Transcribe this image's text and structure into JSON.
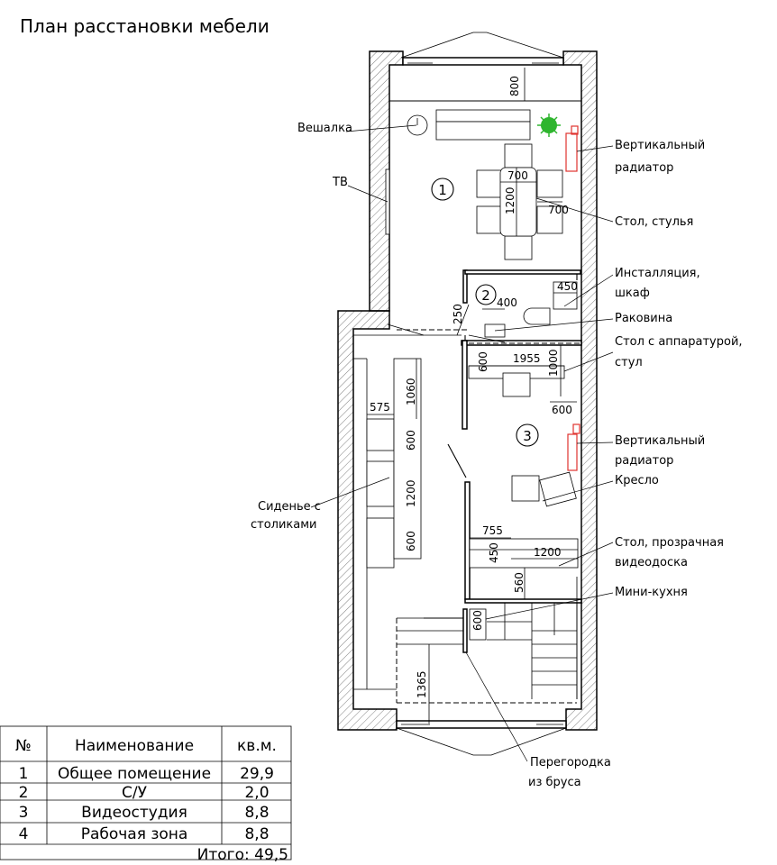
{
  "title": "План расстановки мебели",
  "rooms": [
    {
      "number": "1"
    },
    {
      "number": "2"
    },
    {
      "number": "3"
    }
  ],
  "labels": {
    "hanger": "Вешалка",
    "tv": "ТВ",
    "radiator1_line1": "Вертикальный",
    "radiator1_line2": "радиатор",
    "table_chairs": "Стол, стулья",
    "installation_line1": "Инсталляция,",
    "installation_line2": "шкаф",
    "sink": "Раковина",
    "equipment_line1": "Стол с аппаратурой,",
    "equipment_line2": "стул",
    "radiator2_line1": "Вертикальный",
    "radiator2_line2": "радиатор",
    "armchair": "Кресло",
    "seat_line1": "Сиденье с",
    "seat_line2": "столиками",
    "whiteboard_line1": "Стол, прозрачная",
    "whiteboard_line2": "видеодоска",
    "minikitchen": "Мини-кухня",
    "partition_line1": "Перегородка",
    "partition_line2": "из бруса"
  },
  "dimensions": {
    "d800": "800",
    "d700a": "700",
    "d1200a": "1200",
    "d700b": "700",
    "d400": "400",
    "d450a": "450",
    "d250": "250",
    "d1955": "1955",
    "d600a": "600",
    "d1000": "1000",
    "d600b": "600",
    "d575": "575",
    "d1060": "1060",
    "d600c": "600",
    "d1200b": "1200",
    "d600d": "600",
    "d755": "755",
    "d450b": "450",
    "d1200c": "1200",
    "d560": "560",
    "d600e": "600",
    "d1365": "1365"
  },
  "table": {
    "headers": [
      "№",
      "Наименование",
      "кв.м."
    ],
    "rows": [
      [
        "1",
        "Общее помещение",
        "29,9"
      ],
      [
        "2",
        "С/У",
        "2,0"
      ],
      [
        "3",
        "Видеостудия",
        "8,8"
      ],
      [
        "4",
        "Рабочая зона",
        "8,8"
      ]
    ],
    "total": "Итого: 49,5"
  },
  "colors": {
    "lines": "#000000",
    "radiator": "#e0332e",
    "plant": "#2fb52f"
  }
}
